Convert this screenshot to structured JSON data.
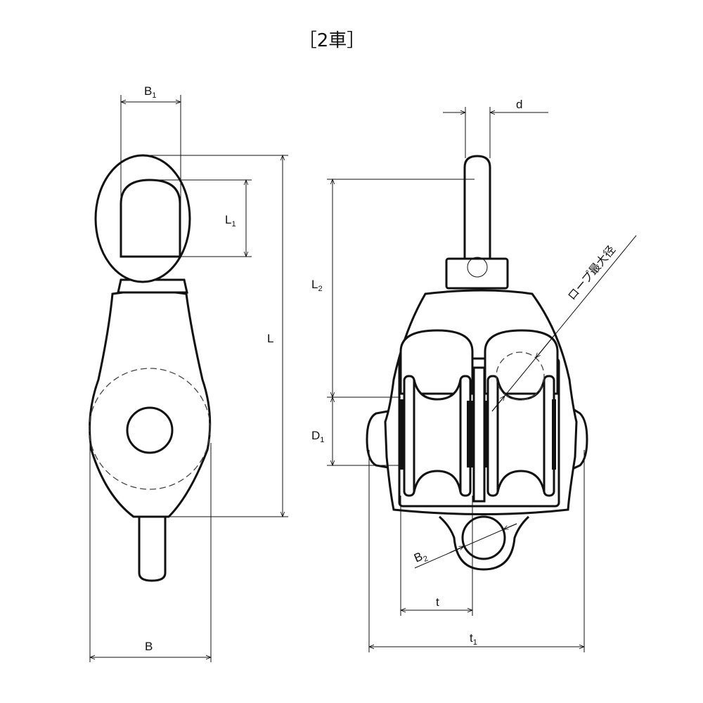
{
  "title": "［2車］",
  "labels": {
    "B1": {
      "base": "B",
      "sub": "1"
    },
    "L1": {
      "base": "L",
      "sub": "1"
    },
    "L": "L",
    "B": "B",
    "d": "d",
    "L2": {
      "base": "L",
      "sub": "2"
    },
    "D1": {
      "base": "D",
      "sub": "1"
    },
    "rope_max_diameter": "ロープ最大径",
    "B2": {
      "base": "B",
      "sub": "2"
    },
    "t": "t",
    "t1": {
      "base": "t",
      "sub": "1"
    }
  }
}
